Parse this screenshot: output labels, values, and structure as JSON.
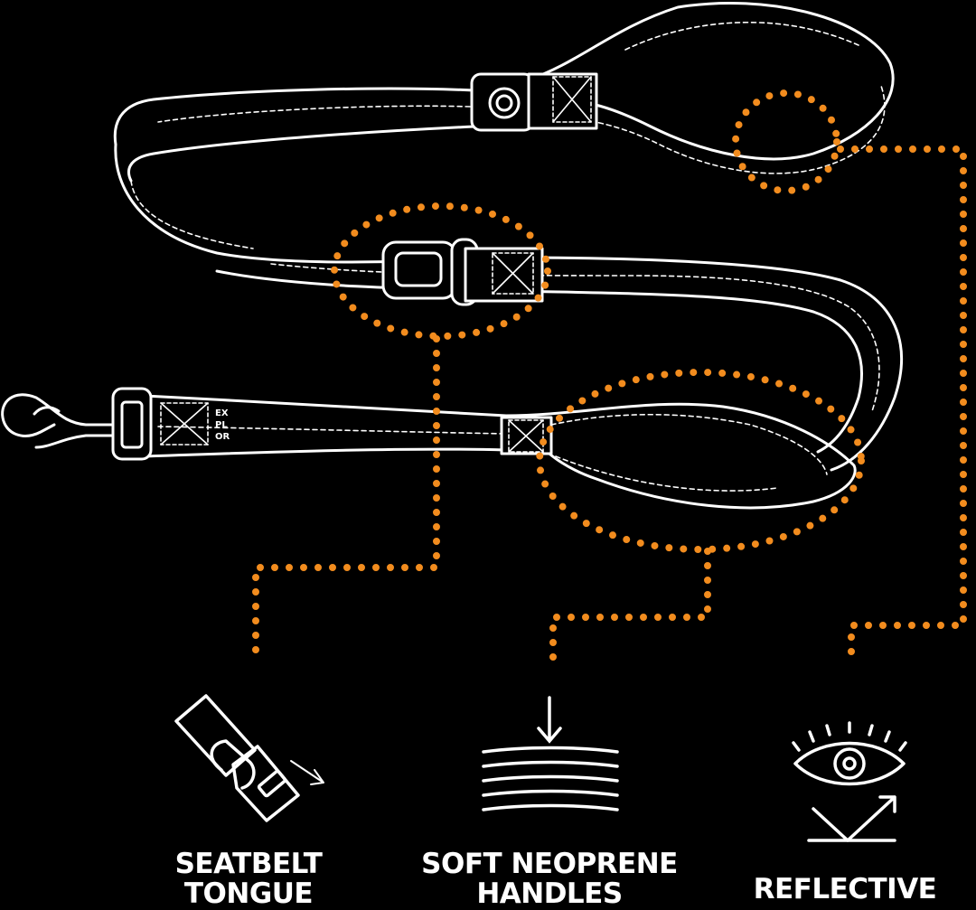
{
  "colors": {
    "background": "#000000",
    "line": "#ffffff",
    "accent": "#f28c1e"
  },
  "leash": {
    "brand_lines": [
      "EX",
      "PL",
      "OR"
    ]
  },
  "features": [
    {
      "icon": "seatbelt-tongue-icon",
      "line1": "SEATBELT",
      "line2": "TONGUE"
    },
    {
      "icon": "neoprene-padding-icon",
      "line1": "SOFT NEOPRENE",
      "line2": "HANDLES"
    },
    {
      "icon": "reflective-eye-icon",
      "line1": "REFLECTIVE",
      "line2": ""
    }
  ]
}
